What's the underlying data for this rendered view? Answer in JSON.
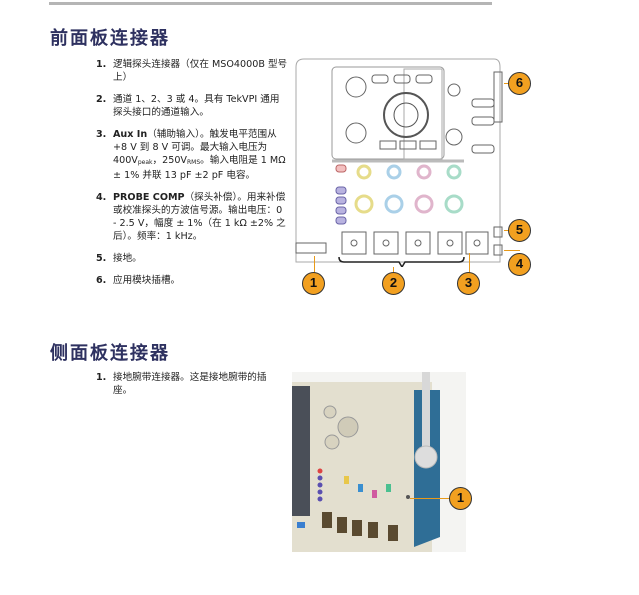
{
  "sections": [
    {
      "title": "前面板连接器",
      "items": [
        {
          "num": "1.",
          "text": "逻辑探头连接器（仅在 MSO4000B 型号上）"
        },
        {
          "num": "2.",
          "text": "通道 1、2、3 或 4。具有 TekVPI 通用探头接口的通道输入。"
        },
        {
          "num": "3.",
          "bold": "Aux In",
          "text_a": "（辅助输入）。触发电平范围从 +8 V 到 8 V 可调。最大输入电压为 400V",
          "sub1": "peak",
          "text_b": "，250V",
          "sub2": "RMS",
          "text_c": "。输入电阻是 1 MΩ ± 1% 并联 13 pF ±2 pF 电容。"
        },
        {
          "num": "4.",
          "bold": "PROBE COMP",
          "text": "（探头补偿）。用来补偿或校准探头的方波信号源。输出电压：0 - 2.5 V，幅度 ± 1%（在 1 kΩ ±2% 之后）。频率：1 kHz。"
        },
        {
          "num": "5.",
          "text": "接地。"
        },
        {
          "num": "6.",
          "text": "应用模块插槽。"
        }
      ],
      "callouts": [
        "1",
        "2",
        "3",
        "4",
        "5",
        "6"
      ]
    },
    {
      "title": "侧面板连接器",
      "items": [
        {
          "num": "1.",
          "text": "接地腕带连接器。这是接地腕带的插座。"
        }
      ],
      "callouts": [
        "1"
      ]
    }
  ],
  "colors": {
    "heading": "#2e3160",
    "callout": "#f2a020",
    "panel": "#e8e4d6",
    "blue_case": "#2f6e96"
  }
}
